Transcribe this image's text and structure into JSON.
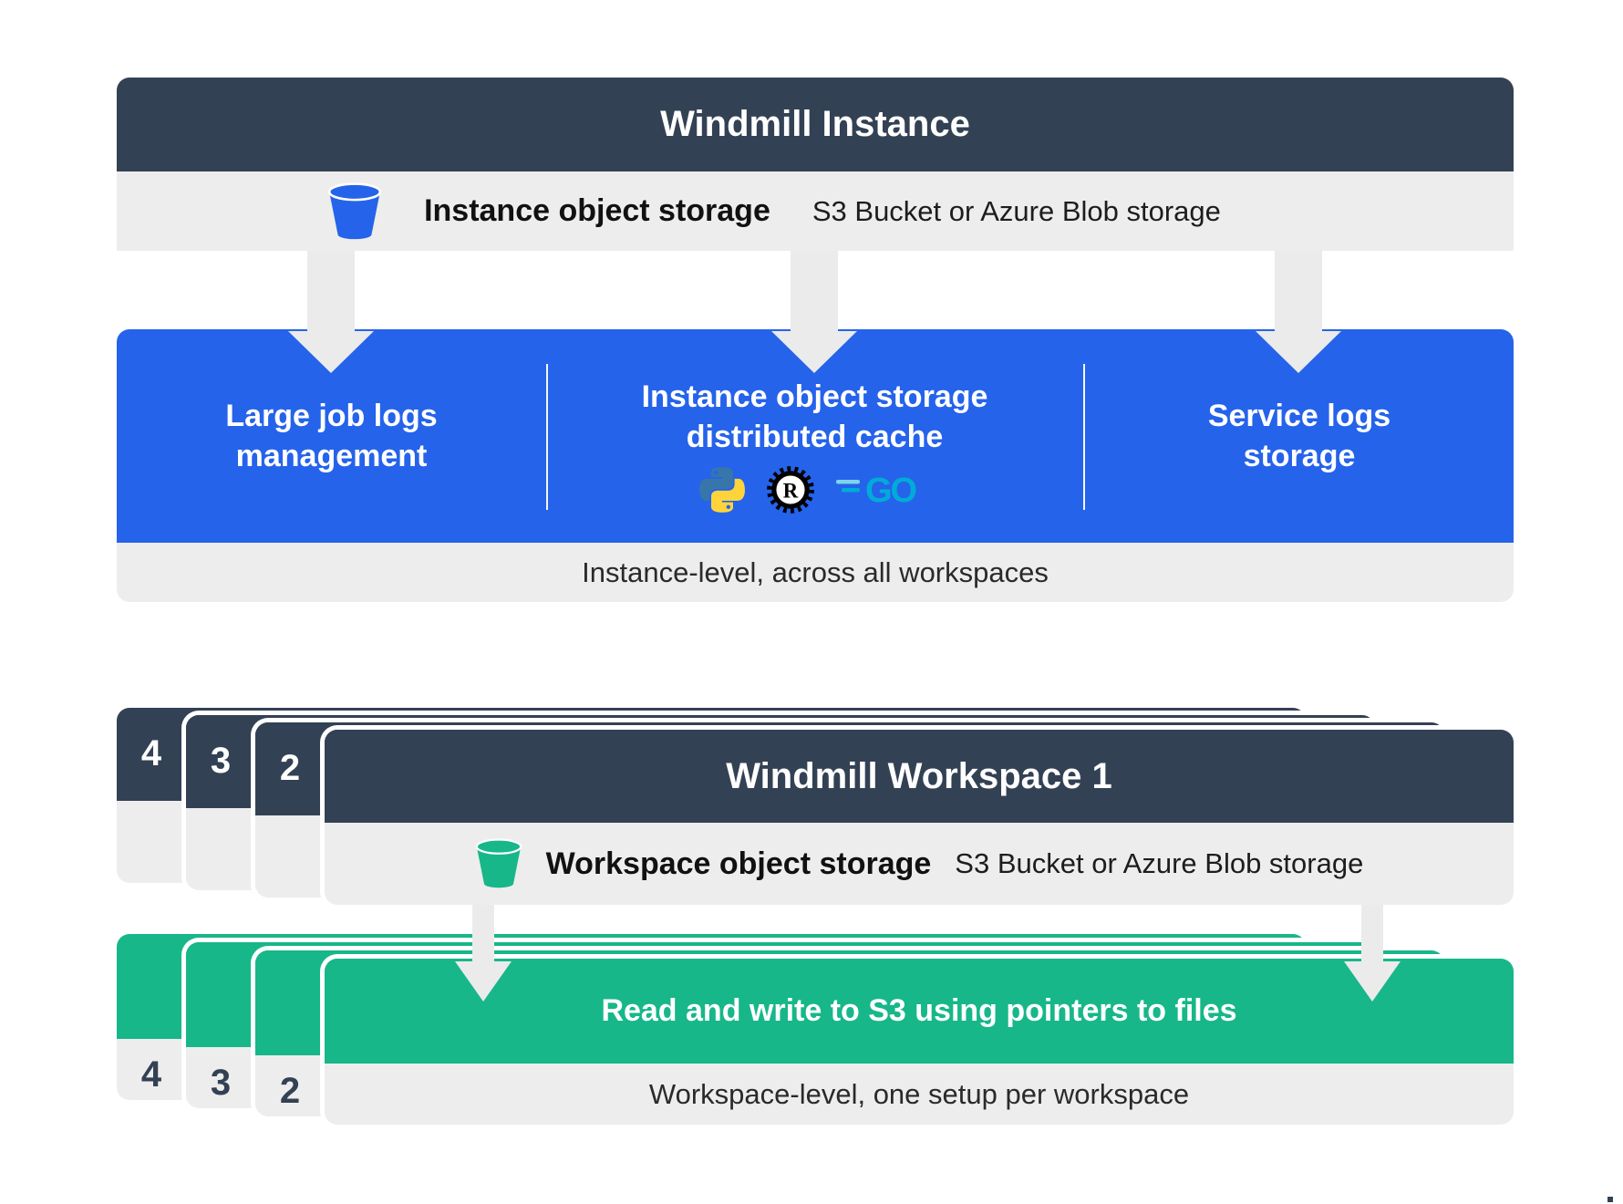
{
  "colors": {
    "navy": "#334154",
    "blue": "#2563eb",
    "green": "#17b78a",
    "panel_gray": "#ededed",
    "arrow_gray": "#ebebeb",
    "python_blue": "#3776ab",
    "python_yellow": "#ffd43b",
    "go_cyan": "#00acd7",
    "rust_black": "#000000"
  },
  "instance": {
    "title": "Windmill Instance",
    "storage": {
      "label": "Instance object storage",
      "sub": "S3 Bucket or Azure Blob storage"
    },
    "features": [
      {
        "line1": "Large job logs",
        "line2": "management"
      },
      {
        "line1": "Instance object storage",
        "line2": "distributed cache"
      },
      {
        "line1": "Service logs",
        "line2": "storage"
      }
    ],
    "caption": "Instance-level, across all workspaces"
  },
  "workspace": {
    "stack_badges": [
      "4",
      "3",
      "2"
    ],
    "title": "Windmill Workspace 1",
    "storage": {
      "label": "Workspace object storage",
      "sub": "S3 Bucket or Azure Blob storage"
    },
    "action": {
      "stack_badges": [
        "4",
        "3",
        "2"
      ],
      "title": "Read and write to S3 using pointers to files",
      "caption": "Workspace-level, one setup per workspace"
    }
  },
  "icons": {
    "instance_bucket": "bucket-icon",
    "workspace_bucket": "bucket-icon",
    "languages": [
      "python-icon",
      "rust-icon",
      "go-icon"
    ],
    "go_label": "GO"
  }
}
